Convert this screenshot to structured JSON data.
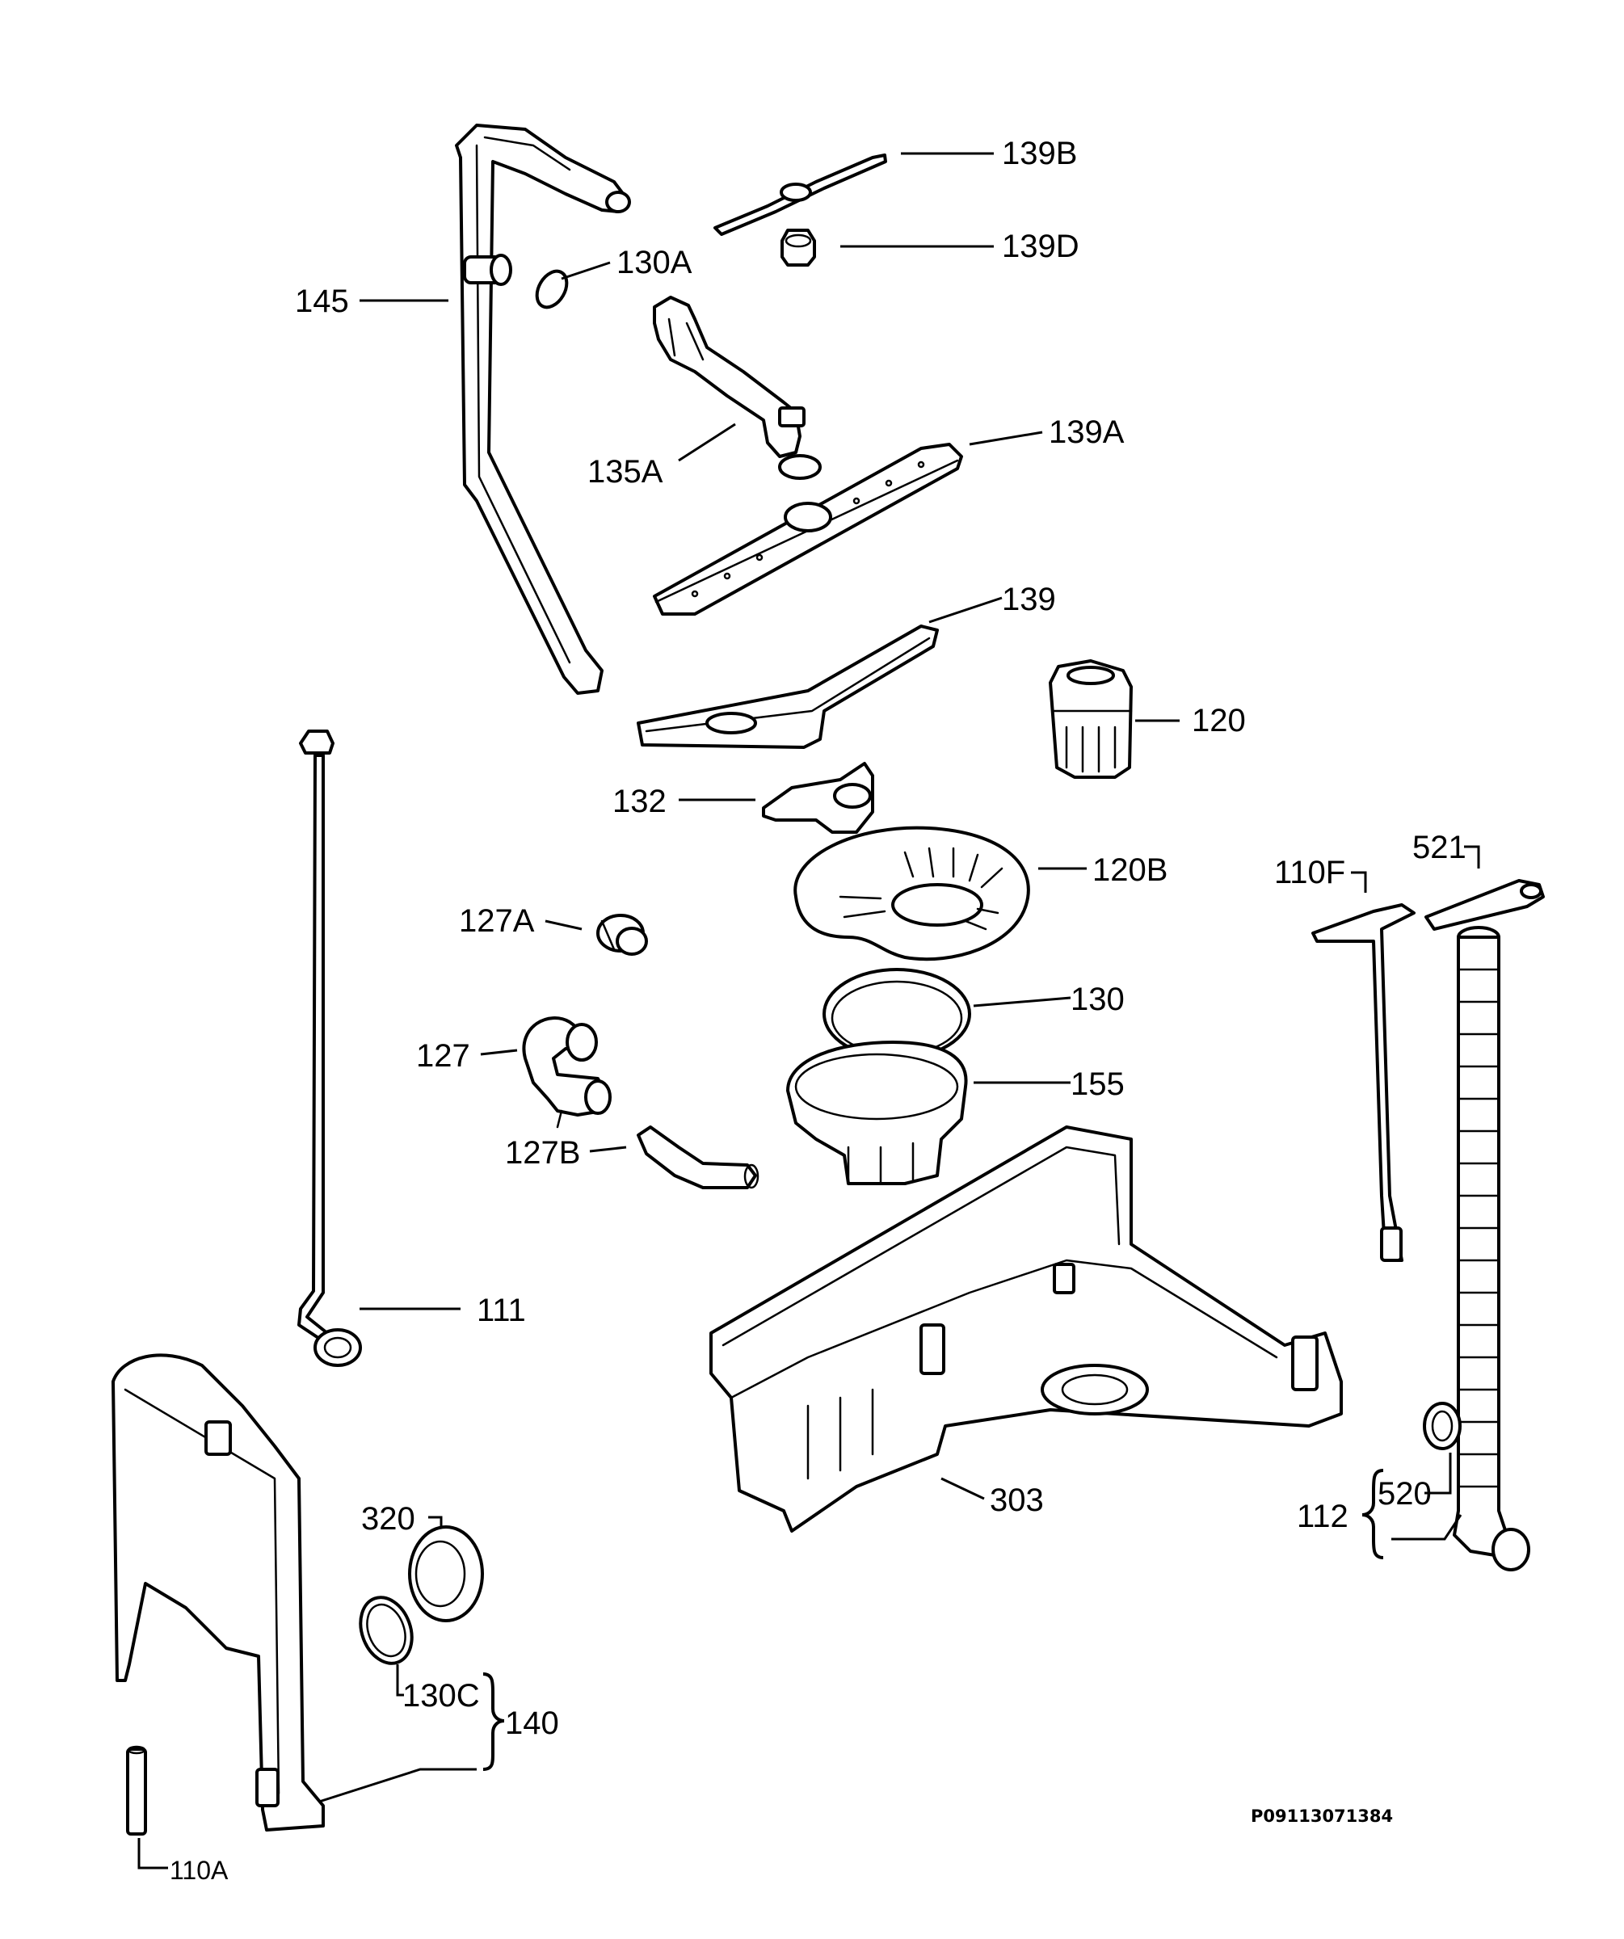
{
  "diagram_code": "P09113071384",
  "labels": {
    "l139B": "139B",
    "l139D": "139D",
    "l130A": "130A",
    "l145": "145",
    "l139A": "139A",
    "l135A": "135A",
    "l139": "139",
    "l120": "120",
    "l132": "132",
    "l120B": "120B",
    "l110F": "110F",
    "l521": "521",
    "l127A": "127A",
    "l130": "130",
    "l127": "127",
    "l155": "155",
    "l127B": "127B",
    "l111": "111",
    "l303": "303",
    "l320": "320",
    "l112": "112",
    "l520": "520",
    "l130C": "130C",
    "l140": "140",
    "l110A": "110A"
  }
}
